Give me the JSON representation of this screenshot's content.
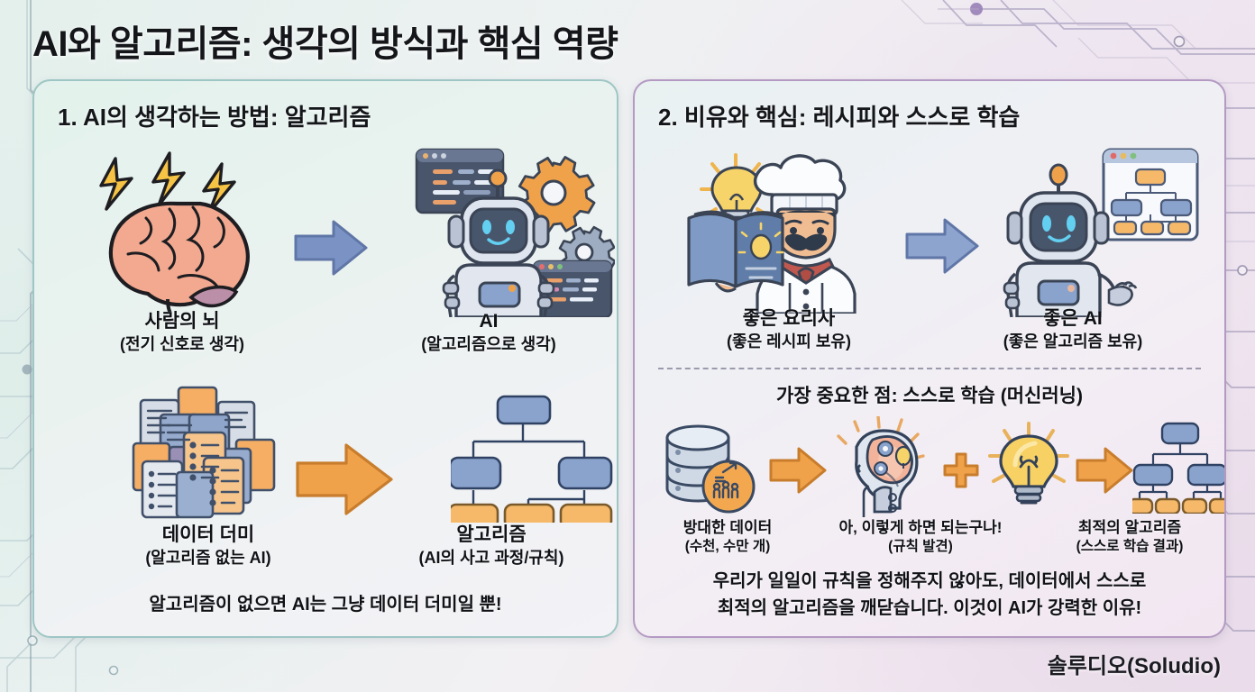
{
  "title": "AI와 알고리즘: 생각의 방식과 핵심 역량",
  "brand": "솔루디오(Soludio)",
  "panels": {
    "left": {
      "heading": "1. AI의 생각하는 방법: 알고리즘",
      "row1": {
        "left": {
          "label": "사람의 뇌",
          "sub": "(전기 신호로 생각)",
          "icon": "brain-with-lightning-icon"
        },
        "arrow": "arrow-right-blue-icon",
        "right": {
          "label": "AI",
          "sub": "(알고리즘으로 생각)",
          "icon": "robot-with-gears-icon"
        }
      },
      "row2": {
        "left": {
          "label": "데이터 더미",
          "sub": "(알고리즘 없는 AI)",
          "icon": "document-pile-icon"
        },
        "arrow": "arrow-right-orange-icon",
        "right": {
          "label": "알고리즘",
          "sub": "(AI의 사고 과정/규칙)",
          "icon": "tree-diagram-icon"
        }
      },
      "footnote": "알고리즘이 없으면 AI는 그냥 데이터 더미일 뿐!"
    },
    "right": {
      "heading": "2. 비유와 핵심: 레시피와 스스로 학습",
      "row1": {
        "left": {
          "label": "좋은 요리사",
          "sub": "(좋은 레시피 보유)",
          "icon": "chef-with-recipe-book-icon"
        },
        "arrow": "arrow-right-blue-icon",
        "right": {
          "label": "좋은 AI",
          "sub": "(좋은 알고리즘 보유)",
          "icon": "robot-with-flowchart-icon"
        }
      },
      "subheading": "가장 중요한 점: 스스로 학습 (머신러닝)",
      "ml_steps": [
        {
          "label": "방대한 데이터",
          "sub": "(수천, 수만 개)",
          "icon": "database-stack-icon"
        },
        {
          "label": "아, 이렇게 하면 되는구나!",
          "sub": "(규칙 발견)",
          "icon": "ai-head-brain-gears-icon"
        },
        {
          "label": "최적의 알고리즘",
          "sub": "(스스로 학습 결과)",
          "icon": "tree-diagram-icon"
        }
      ],
      "ml_connectors": [
        "arrow-right-orange-icon",
        "plus-sign-icon",
        "lightbulb-icon",
        "arrow-right-orange-icon"
      ],
      "footnote_line1": "우리가 일일이 규칙을 정해주지 않아도, 데이터에서 스스로",
      "footnote_line2": "최적의 알고리즘을 깨닫습니다. 이것이 AI가 강력한 이유!"
    }
  },
  "colors": {
    "panel_left_border": "#9ec6c4",
    "panel_right_border": "#b49ac3",
    "arrow_blue": "#7b93c4",
    "arrow_orange": "#f0a24a",
    "node_blue": "#8aa3cc",
    "node_orange": "#f6b96a",
    "text": "#101216"
  }
}
